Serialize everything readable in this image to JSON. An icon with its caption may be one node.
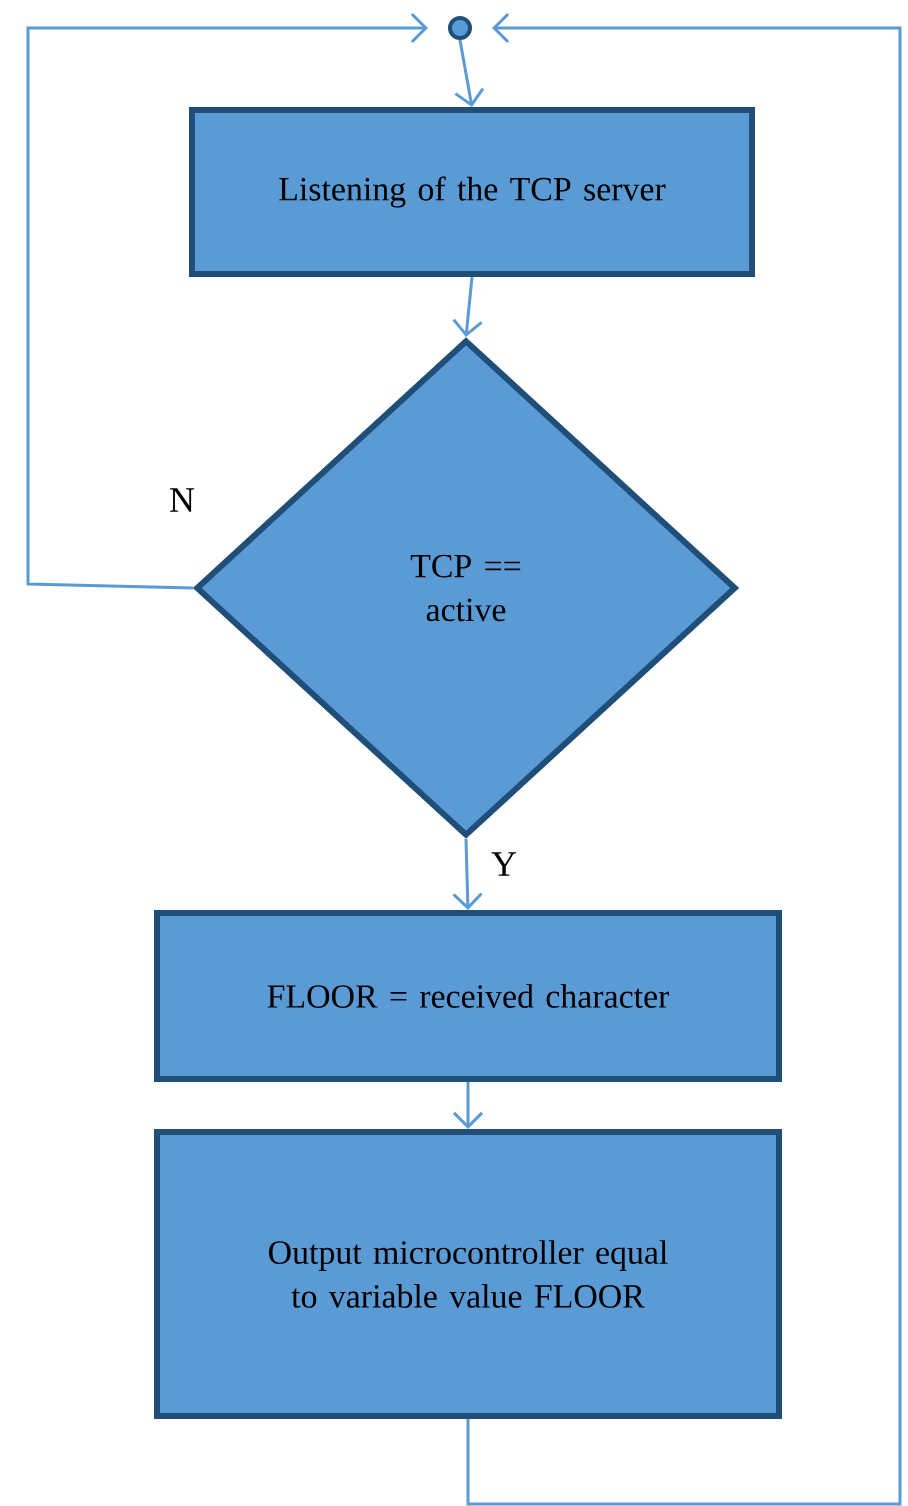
{
  "diagram": {
    "nodes": [
      {
        "text": [],
        "shape": "circle"
      },
      {
        "text": [
          "Listening of the TCP server"
        ]
      },
      {
        "text": [
          "TCP == active"
        ]
      },
      {
        "text": [
          "FLOOR = received character"
        ]
      },
      {
        "text": [
          "Output microcontroller equal to variable value FLOOR"
        ]
      }
    ],
    "edges": [
      {
        "from": 0,
        "to": 1,
        "arrow": "to"
      },
      {
        "from": 1,
        "to": 2,
        "arrow": "to"
      },
      {
        "from": 2,
        "to": 0,
        "arrow": "to",
        "label": "N"
      },
      {
        "from": 2,
        "to": 3,
        "arrow": "to",
        "label": "Y"
      },
      {
        "from": 3,
        "to": 4,
        "arrow": "to"
      },
      {
        "from": 4,
        "to": 0,
        "arrow": "to"
      }
    ]
  }
}
